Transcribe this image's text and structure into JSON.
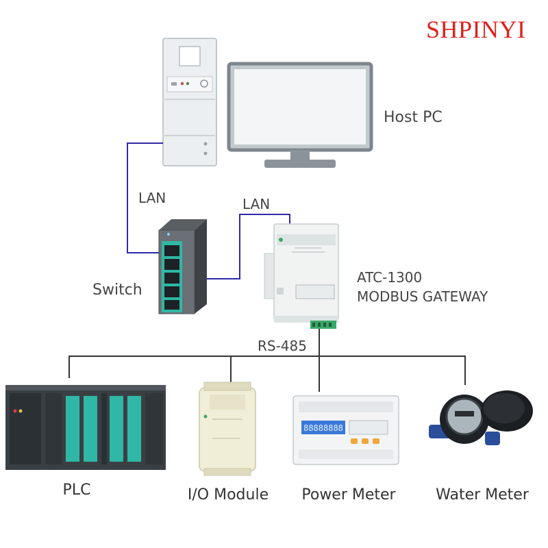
{
  "brand": {
    "text": "SHPINYI",
    "color": "#e0201c"
  },
  "colors": {
    "lan_cable": "#2c2aa8",
    "rs485_bus": "#333333",
    "teal_accent": "#2fb8a6"
  },
  "network": {
    "host_label": "Host PC",
    "lan_label_1": "LAN",
    "lan_label_2": "LAN",
    "switch_label": "Switch",
    "gateway_model": "ATC-1300",
    "gateway_type": "MODBUS GATEWAY",
    "bus_label": "RS-485"
  },
  "devices": [
    {
      "label": "PLC"
    },
    {
      "label": "I/O Module"
    },
    {
      "label": "Power Meter"
    },
    {
      "label": "Water Meter"
    }
  ],
  "meter_display": "88888888"
}
